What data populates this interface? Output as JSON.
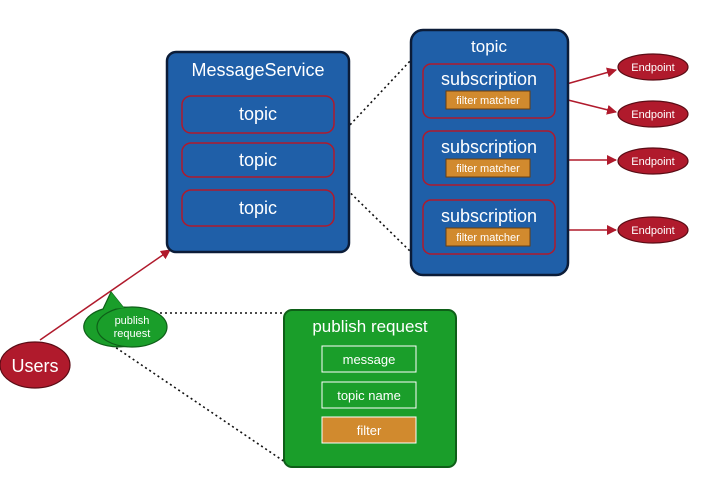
{
  "message_service": {
    "title": "MessageService",
    "topics": [
      "topic",
      "topic",
      "topic"
    ]
  },
  "topic_detail": {
    "title": "topic",
    "subscriptions": [
      {
        "label": "subscription",
        "filter": "filter  matcher"
      },
      {
        "label": "subscription",
        "filter": "filter  matcher"
      },
      {
        "label": "subscription",
        "filter": "filter  matcher"
      }
    ]
  },
  "endpoints": [
    "Endpoint",
    "Endpoint",
    "Endpoint",
    "Endpoint"
  ],
  "users": {
    "label": "Users"
  },
  "publish_bubble": {
    "line1": "publish",
    "line2": "request"
  },
  "publish_request": {
    "title": "publish request",
    "fields": [
      "message",
      "topic name",
      "filter"
    ]
  },
  "colors": {
    "blue_fill": "#1f5fa8",
    "blue_stroke": "#0b1c38",
    "red_stroke": "#b01a2c",
    "red_fill": "#b01a2c",
    "green_fill": "#1a9e2a",
    "green_stroke": "#0e5f18",
    "orange_fill": "#d18a2e"
  }
}
